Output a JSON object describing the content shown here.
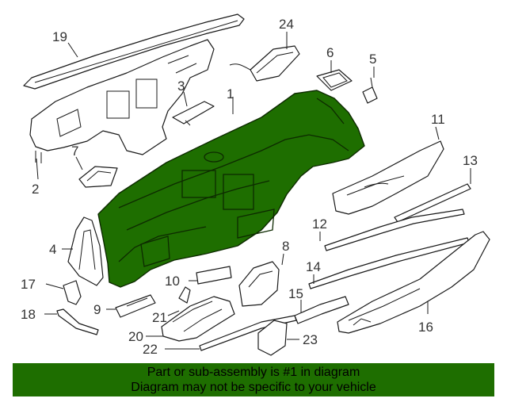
{
  "callouts": {
    "c1": "1",
    "c2": "2",
    "c3": "3",
    "c4": "4",
    "c5": "5",
    "c6": "6",
    "c7": "7",
    "c8": "8",
    "c9": "9",
    "c10": "10",
    "c11": "11",
    "c12": "12",
    "c13": "13",
    "c14": "14",
    "c15": "15",
    "c16": "16",
    "c17": "17",
    "c18": "18",
    "c19": "19",
    "c20": "20",
    "c21": "21",
    "c22": "22",
    "c23": "23",
    "c24": "24"
  },
  "footer": {
    "line1": "Part or sub-assembly is #1 in diagram",
    "line2": "Diagram may not be specific to your vehicle"
  },
  "colors": {
    "highlight": "#1e6e00",
    "footer_bg": "#1e6e00"
  }
}
